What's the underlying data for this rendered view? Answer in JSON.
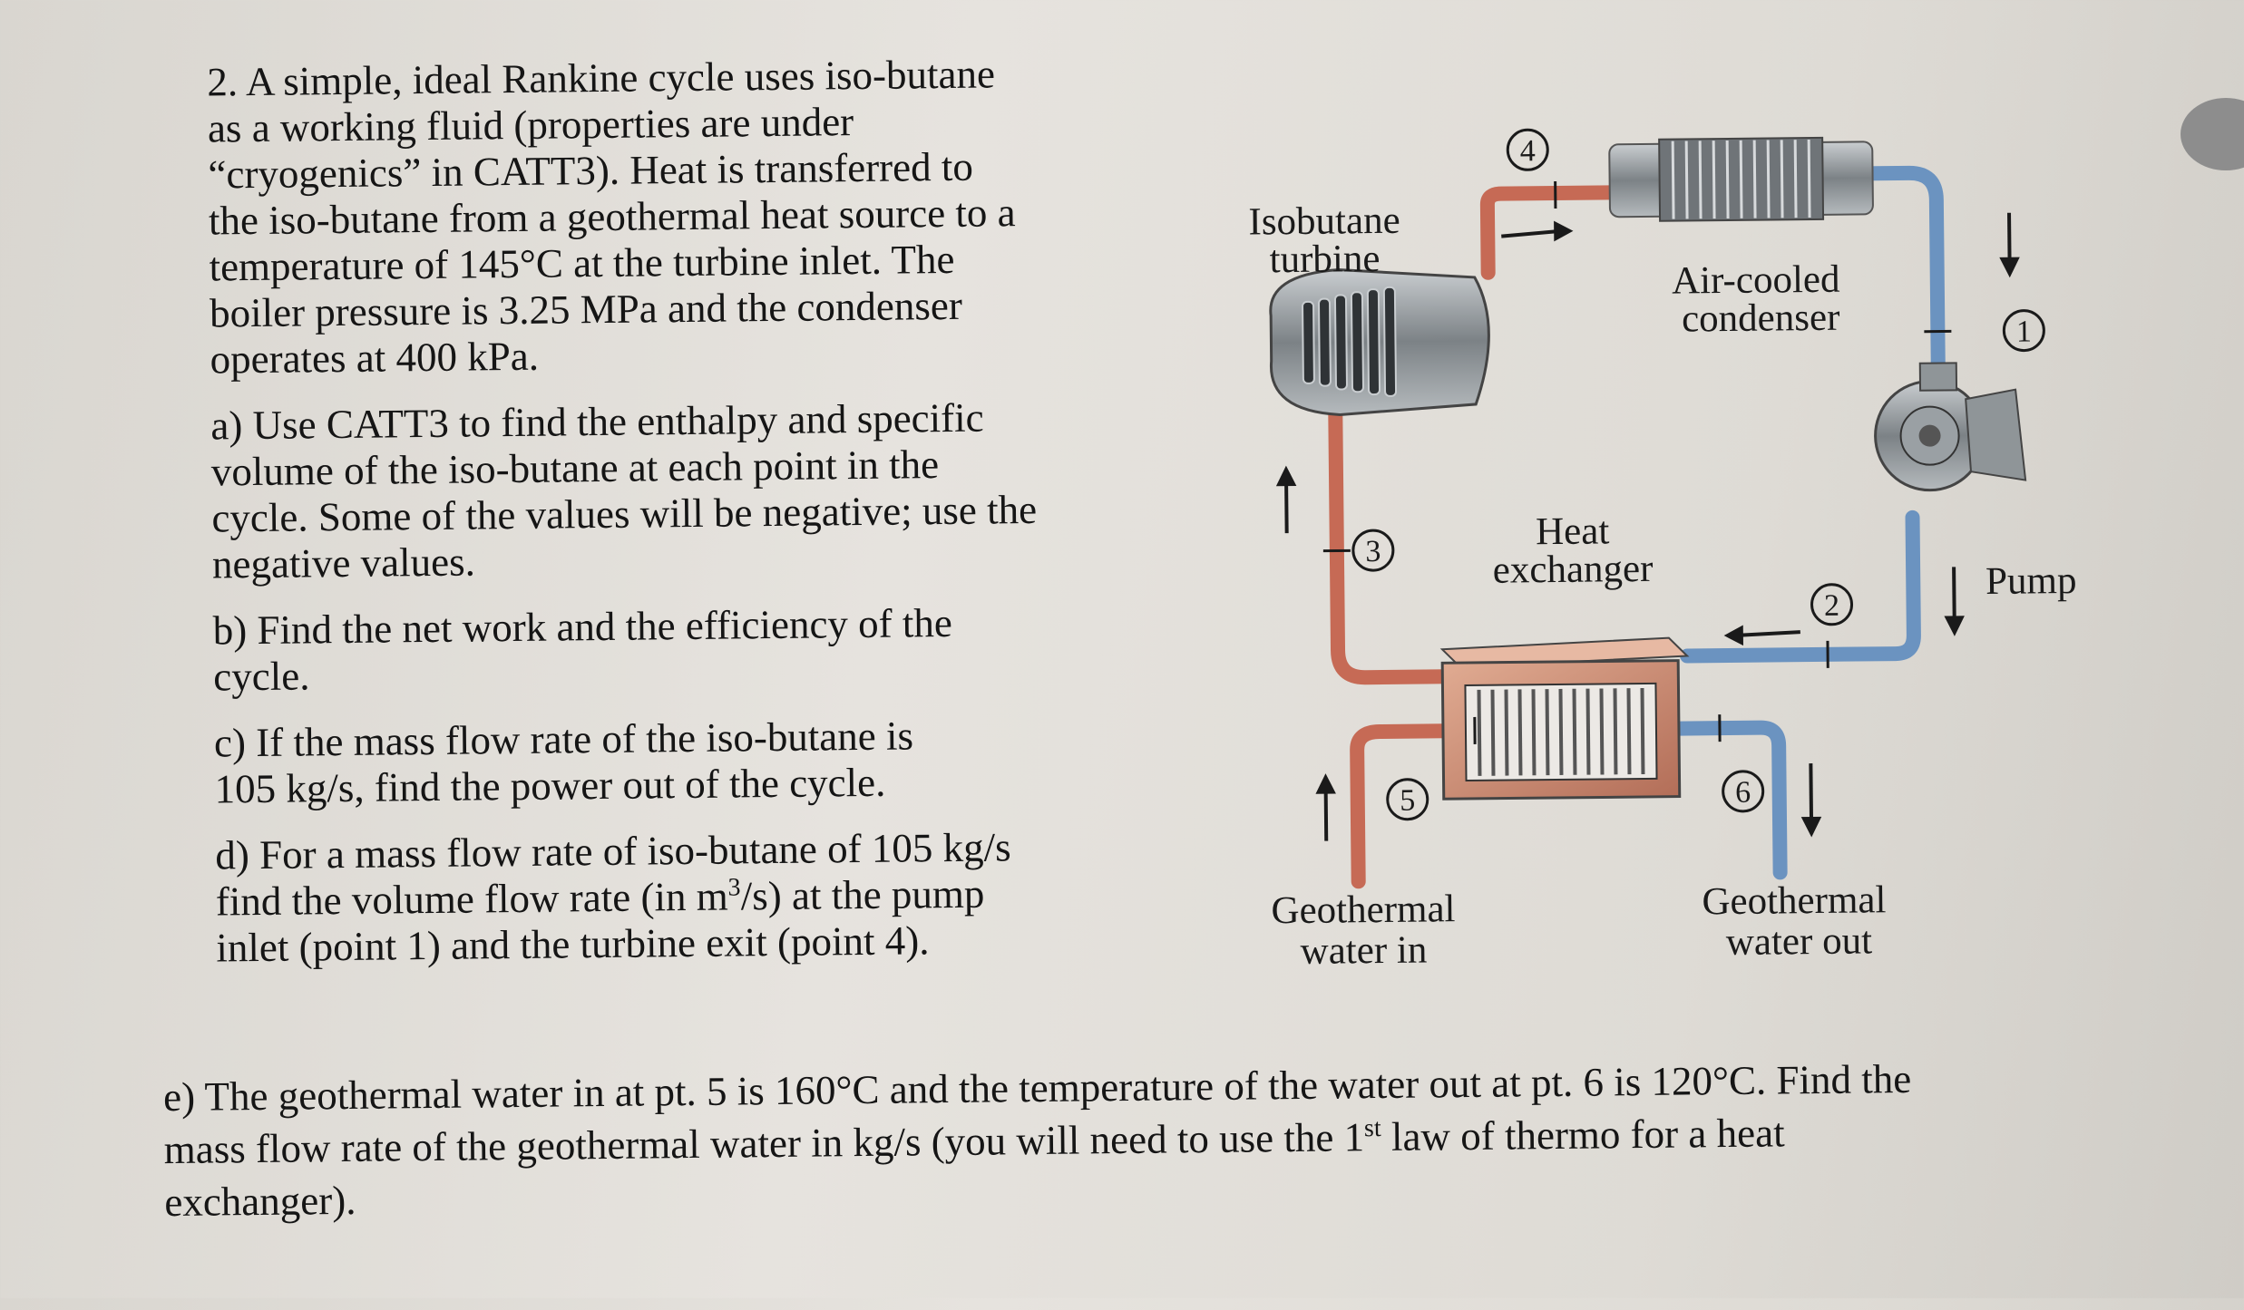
{
  "problem": {
    "intro_lines": [
      "2. A simple, ideal Rankine cycle uses iso-butane",
      "as a working fluid (properties are under",
      "“cryogenics” in CATT3). Heat is transferred to",
      "the iso-butane from a geothermal heat source to a",
      "temperature of 145°C at the turbine inlet. The",
      "boiler pressure is 3.25 MPa and the condenser",
      "operates at 400 kPa."
    ],
    "part_a_lines": [
      "a) Use CATT3 to find the enthalpy and specific",
      "volume of the iso-butane at each point in the",
      "cycle. Some of the values will be negative; use the",
      "negative values."
    ],
    "part_b_lines": [
      "b) Find the net work and the efficiency of the",
      "cycle."
    ],
    "part_c_lines": [
      "c) If the mass flow rate of the iso-butane is",
      "105 kg/s, find the power out of the cycle."
    ],
    "part_d": {
      "line1": "d) For a mass flow rate of iso-butane of 105 kg/s",
      "line2_before": "find the volume flow rate (in m",
      "line2_sup": "3",
      "line2_after": "/s) at the pump",
      "line3": "inlet (point 1) and the turbine exit (point 4)."
    },
    "part_e": {
      "line1": "e) The geothermal water in at pt. 5 is 160°C and the temperature of the water out at pt. 6 is 120°C. Find the",
      "line2_before": "mass flow rate of the geothermal water in kg/s (you will need to use the 1",
      "line2_sup": "st",
      "line2_after": " law of thermo for a heat",
      "line3": "exchanger)."
    }
  },
  "diagram": {
    "turbine_label": [
      "Isobutane",
      "turbine"
    ],
    "condenser_label": [
      "Air-cooled",
      "condenser"
    ],
    "heat_exchanger_label": [
      "Heat",
      "exchanger"
    ],
    "pump_label": "Pump",
    "geo_in_label": [
      "Geothermal",
      "water in"
    ],
    "geo_out_label": [
      "Geothermal",
      "water out"
    ],
    "points": [
      "1",
      "2",
      "3",
      "4",
      "5",
      "6"
    ],
    "colors": {
      "hot_pipe": "#c66a55",
      "cold_pipe": "#6b93c0",
      "hx_body": "#c98a72",
      "metal": "#8f9598"
    }
  }
}
